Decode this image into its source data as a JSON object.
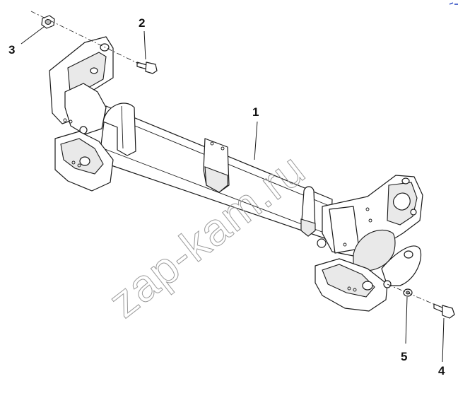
{
  "watermark": "zap-kam.ru",
  "callouts": [
    {
      "id": "1",
      "label": "1"
    },
    {
      "id": "2",
      "label": "2"
    },
    {
      "id": "3",
      "label": "3"
    },
    {
      "id": "4",
      "label": "4"
    },
    {
      "id": "5",
      "label": "5"
    }
  ],
  "colors": {
    "ink": "#1a1a1a",
    "watermark": "#9a9a9a",
    "corner_mark": "#1f3fbf"
  }
}
